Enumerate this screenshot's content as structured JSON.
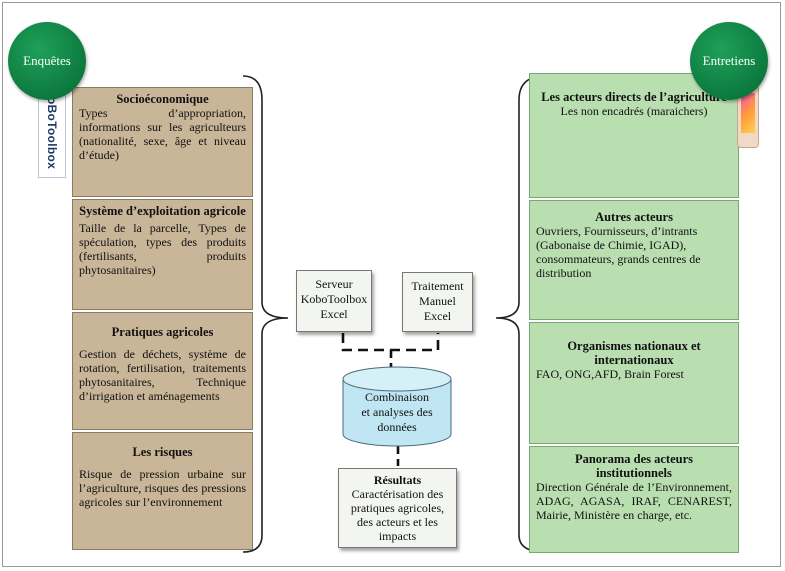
{
  "left_header": "Enquêtes",
  "right_header": "Entretiens",
  "kobo_logo_text": "KoBoToolbox",
  "left_boxes": [
    {
      "title": "Socioéconomique",
      "body": "Types d’appropriation, informations sur les agriculteurs (nationalité, sexe, âge et niveau d’étude)"
    },
    {
      "title": "Système d’exploitation agricole",
      "body": "Taille de la parcelle, Types de spéculation, types des produits (fertilisants, produits phytosanitaires)"
    },
    {
      "title": "Pratiques agricoles",
      "body": "Gestion de déchets, système de rotation, fertilisation, traitements phytosanitaires, Technique d’irrigation et aménagements"
    },
    {
      "title": "Les risques",
      "body": "Risque de pression urbaine sur l’agriculture, risques des pressions agricoles sur l’environnement"
    }
  ],
  "right_boxes": [
    {
      "title": "Les acteurs directs de l’agriculture",
      "body": "Les non encadrés (maraichers)"
    },
    {
      "title": "Autres acteurs",
      "body": "Ouvriers, Fournisseurs, d’intrants (Gabonaise de Chimie, IGAD), consommateurs, grands centres de distribution"
    },
    {
      "title": "Organismes nationaux et internationaux",
      "body": "FAO, ONG,AFD, Brain Forest"
    },
    {
      "title": "Panorama des acteurs institutionnels",
      "body": "Direction Générale de l’Environnement, ADAG, AGASA, IRAF, CENAREST, Mairie, Ministère en charge, etc."
    }
  ],
  "server_box": {
    "line1": "Serveur",
    "line2": "KoboToolbox",
    "line3": "Excel"
  },
  "manual_box": {
    "line1": "Traitement",
    "line2": "Manuel",
    "line3": "Excel"
  },
  "database": {
    "line1": "Combinaison",
    "line2": "et analyses des",
    "line3": "données"
  },
  "results": {
    "title": "Résultats",
    "body": "Caractérisation des pratiques agricoles, des acteurs et les impacts"
  },
  "colors": {
    "tan": "#c9b597",
    "green_box": "#b9dfb1",
    "circle_green": "#0c7a3d",
    "cylinder": "#bfe6f2"
  }
}
